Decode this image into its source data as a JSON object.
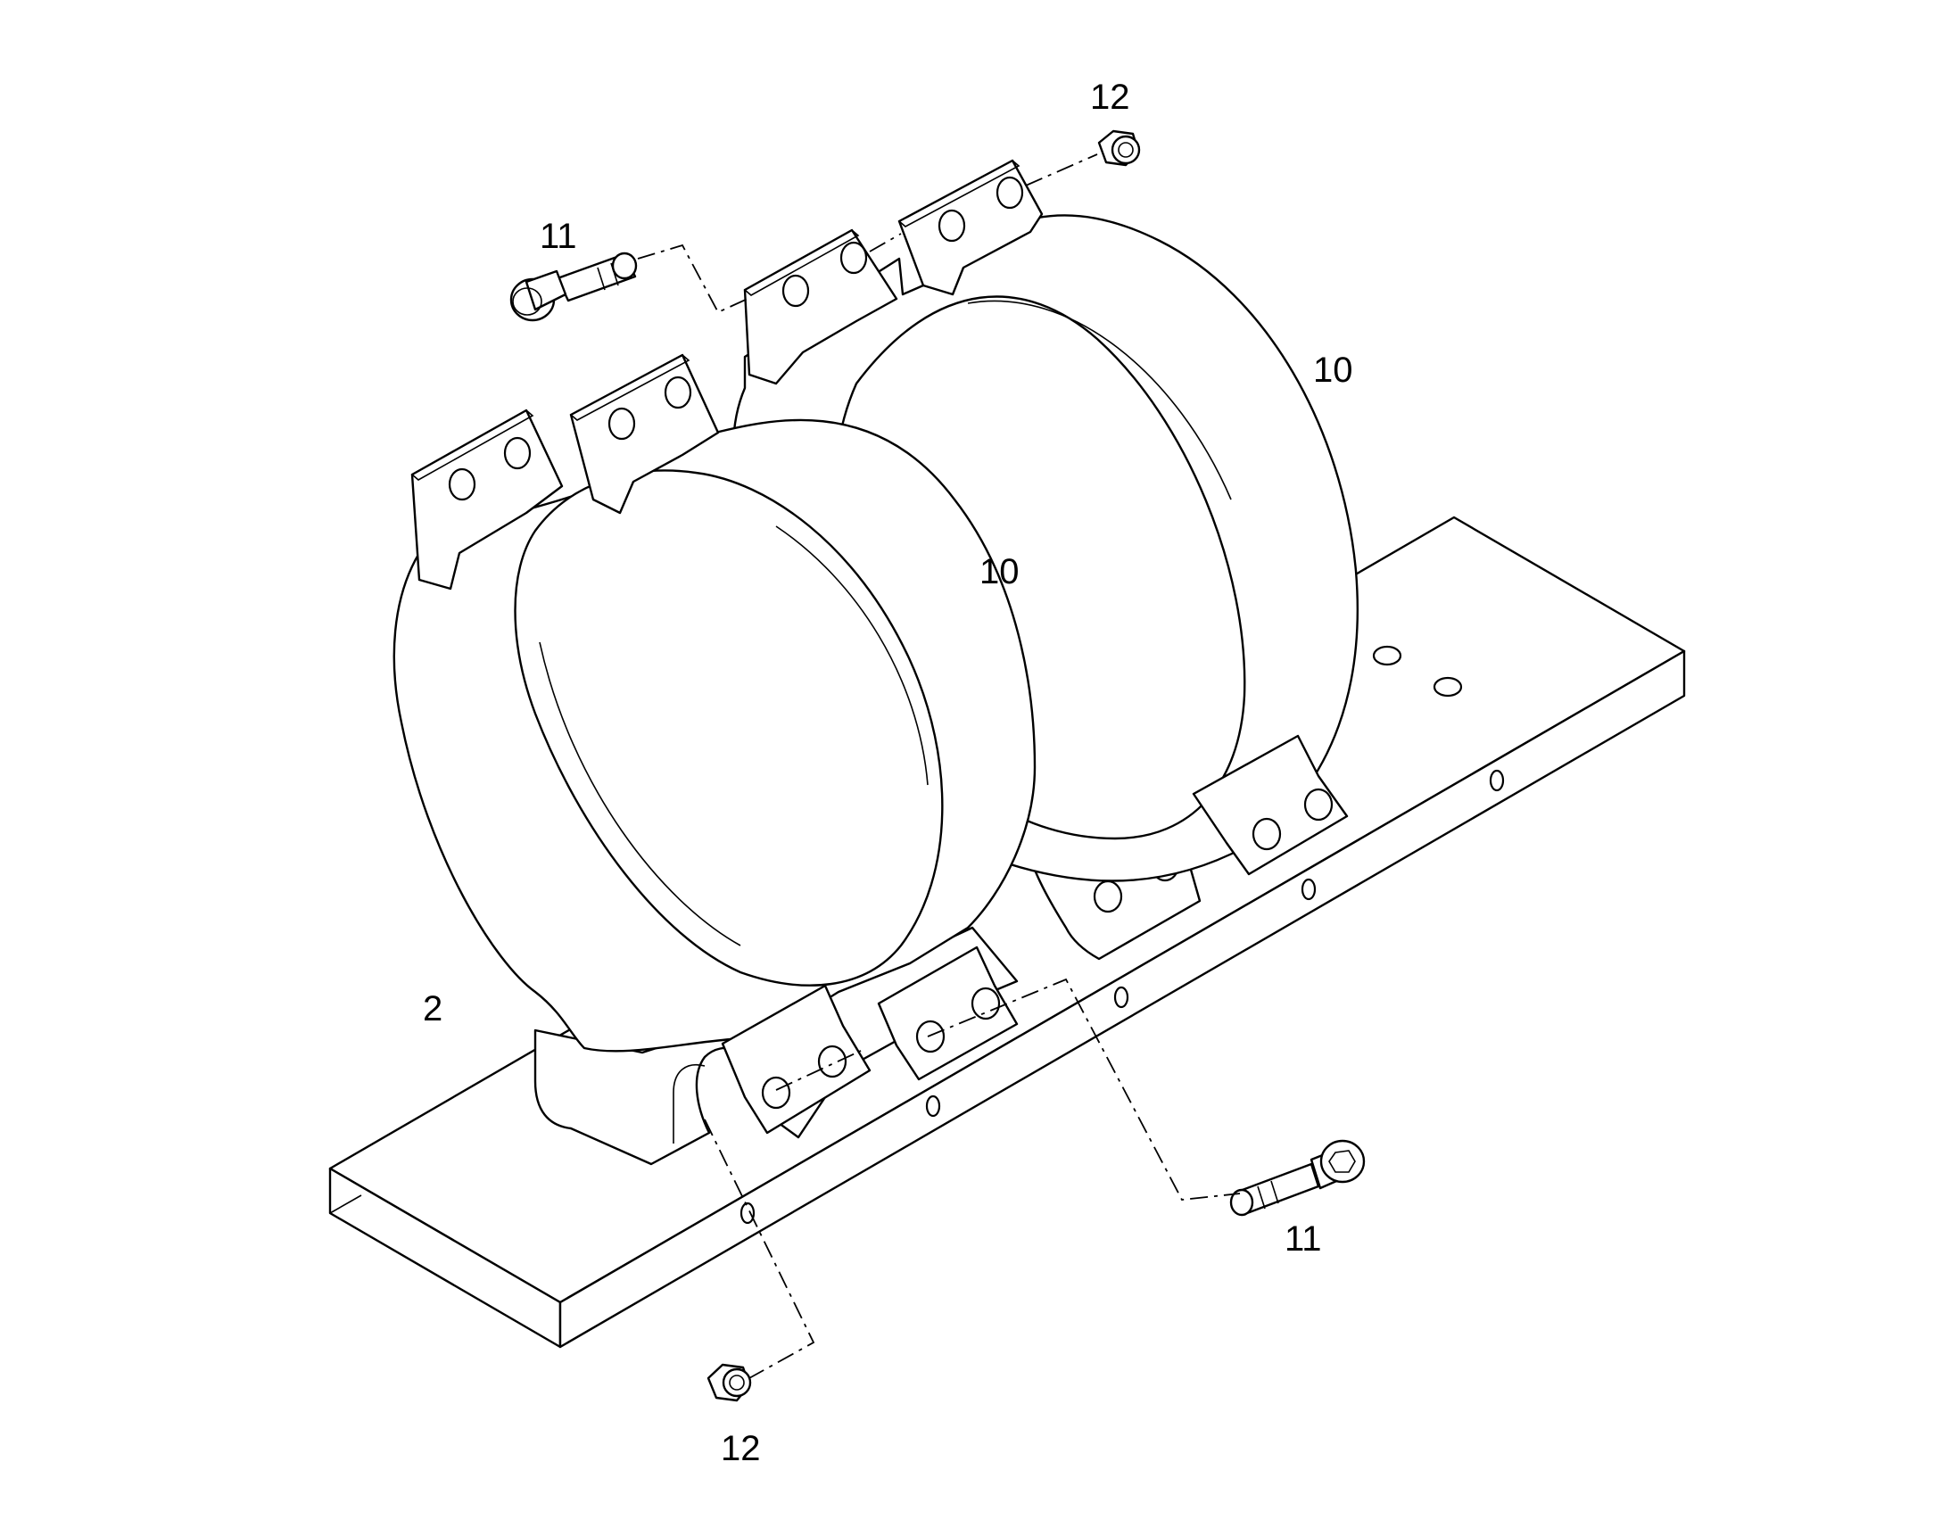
{
  "callouts": {
    "base": "2",
    "clamp_front": "10",
    "clamp_rear": "10",
    "bolt_top": "11",
    "bolt_bottom": "11",
    "nut_top": "12",
    "nut_bottom": "12"
  }
}
